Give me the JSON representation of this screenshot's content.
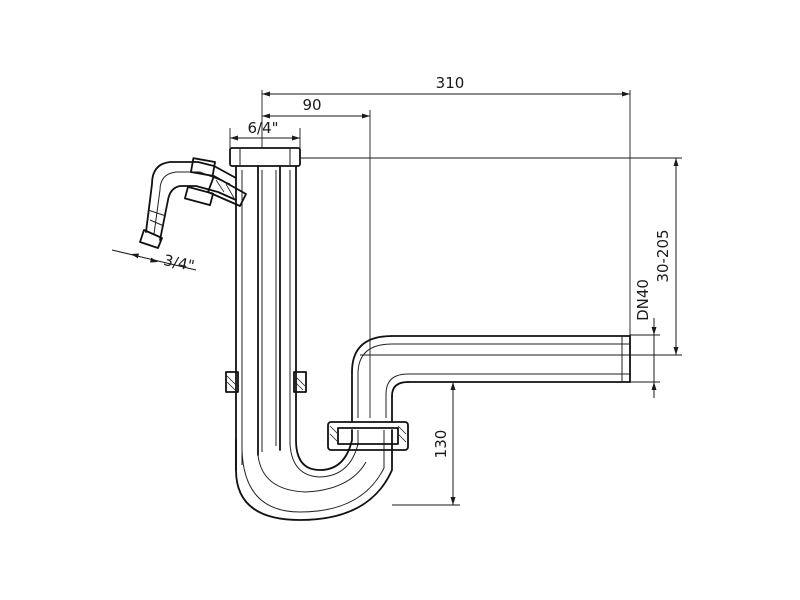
{
  "drawing": {
    "dimensions": {
      "overall_width": "310",
      "inlet_offset": "90",
      "inlet_thread": "6/4\"",
      "hose_connection": "3/4\"",
      "height_adjust": "30-205",
      "outlet_size": "DN40",
      "trap_depth": "130"
    },
    "colors": {
      "line": "#111111",
      "background": "#ffffff"
    }
  }
}
